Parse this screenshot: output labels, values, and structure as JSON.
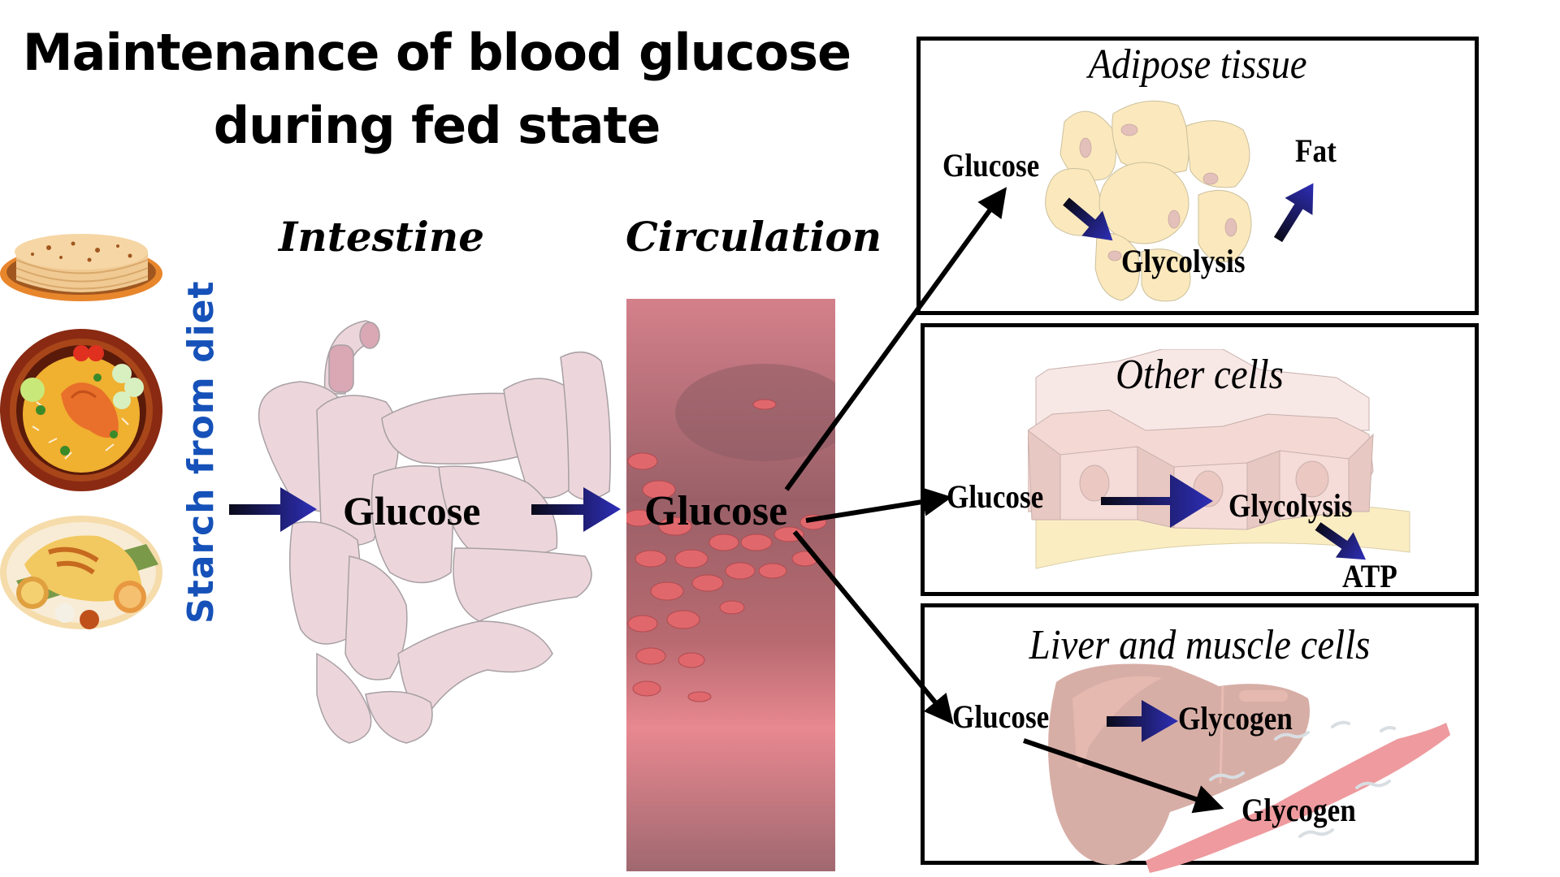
{
  "title": {
    "line1": "Maintenance of blood glucose",
    "line2": "during fed state"
  },
  "diet": {
    "label": "Starch from diet",
    "label_color": "#1551b8",
    "foods": [
      "roti-plate",
      "biryani-plate",
      "dosa-plate"
    ]
  },
  "intestine": {
    "label": "Intestine",
    "glucose": "Glucose"
  },
  "circulation": {
    "label": "Circulation",
    "glucose": "Glucose"
  },
  "adipose": {
    "title": "Adipose tissue",
    "glucose": "Glucose",
    "glycolysis": "Glycolysis",
    "fat": "Fat"
  },
  "other_cells": {
    "title": "Other cells",
    "glucose": "Glucose",
    "glycolysis": "Glycolysis",
    "atp": "ATP"
  },
  "liver_muscle": {
    "title": "Liver and muscle cells",
    "glucose": "Glucose",
    "liver_glycogen": "Glycogen",
    "muscle_glycogen": "Glycogen"
  },
  "colors": {
    "arrow_dark": "#0a0a1a",
    "arrow_blue": "#2e2eb8",
    "adipocyte": "#fbe9bd",
    "nucleus": "#e4c0bb",
    "intestine": "#ecd6dc",
    "blood": "#c86a6e",
    "liver": "#d7aea6",
    "muscle": "#ee9a9e"
  }
}
